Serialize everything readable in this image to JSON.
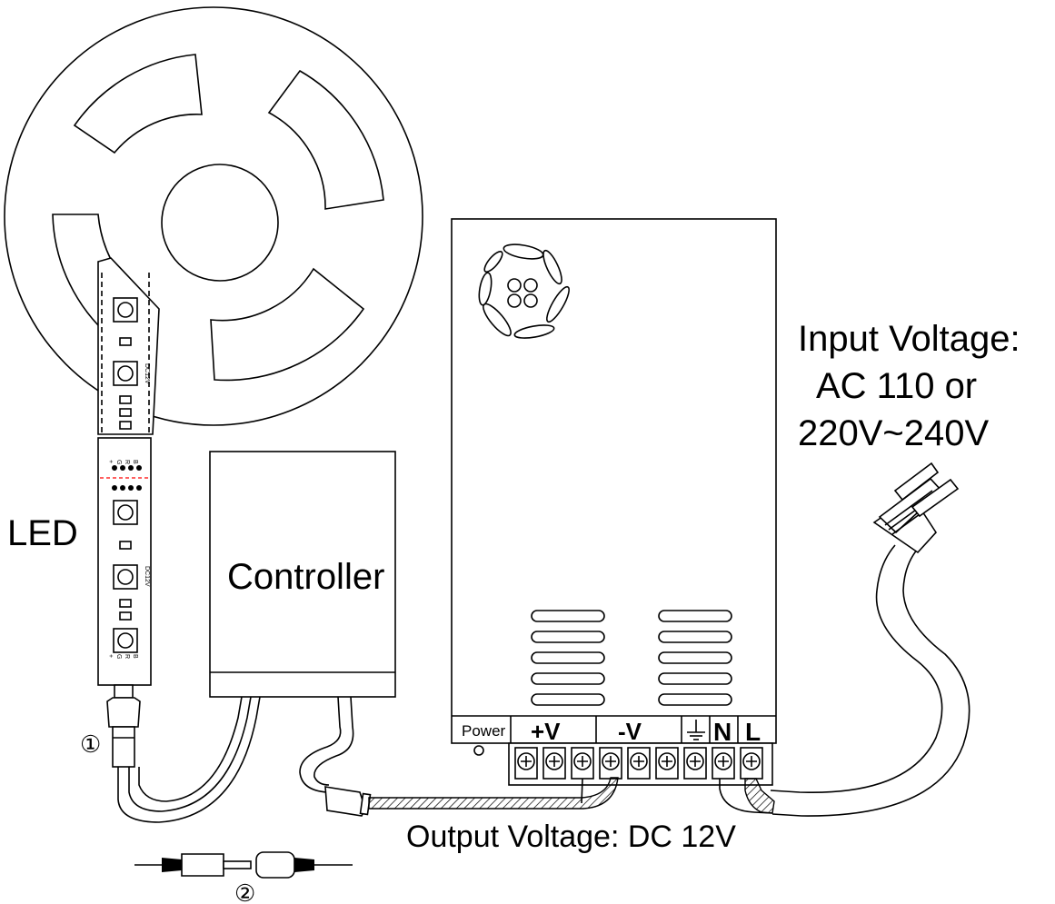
{
  "labels": {
    "led": "LED",
    "controller": "Controller",
    "input_line1": "Input Voltage:",
    "input_line2": "AC 110 or",
    "input_line3": "220V~240V",
    "output": "Output Voltage: DC 12V",
    "marker1": "①",
    "marker2": "②"
  },
  "psu": {
    "power_label": "Power",
    "plus_v": "+V",
    "minus_v": "-V",
    "neutral": "N",
    "live": "L"
  },
  "strip": {
    "voltage_mark": "DC12V",
    "pin_plus": "+",
    "pin_g": "G",
    "pin_r": "R",
    "pin_b": "B"
  },
  "colors": {
    "line": "#000000",
    "background": "#ffffff",
    "cut_mark": "#ff0000"
  }
}
